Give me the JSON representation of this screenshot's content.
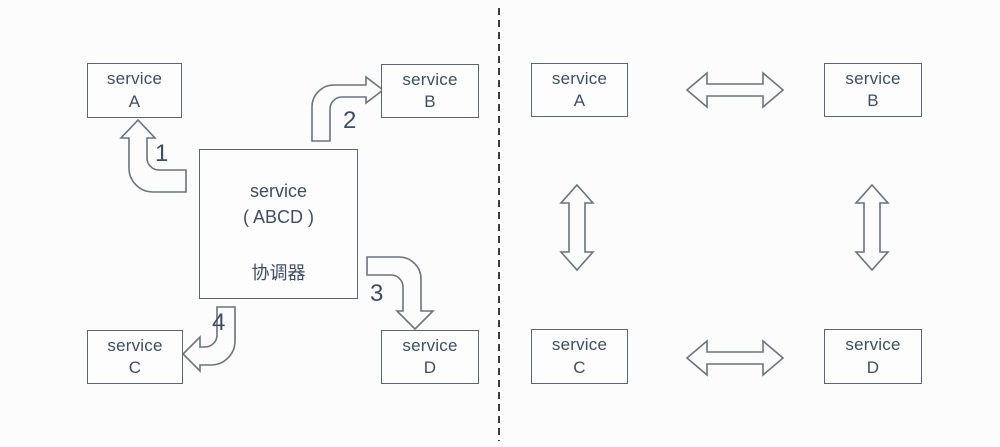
{
  "colors": {
    "background": "#fcfcfc",
    "box_border": "#5c6673",
    "text": "#3d4e63",
    "arrow_stroke": "#6b7380",
    "divider": "#3d3d3d"
  },
  "left_panel": {
    "coordinator": {
      "title": "service",
      "subtitle": "( ABCD )",
      "role": "协调器"
    },
    "services": {
      "a": {
        "name": "service",
        "id": "A"
      },
      "b": {
        "name": "service",
        "id": "B"
      },
      "c": {
        "name": "service",
        "id": "C"
      },
      "d": {
        "name": "service",
        "id": "D"
      }
    },
    "arrow_labels": {
      "to_a": "1",
      "to_b": "2",
      "to_d": "3",
      "to_c": "4"
    }
  },
  "right_panel": {
    "services": {
      "a": {
        "name": "service",
        "id": "A"
      },
      "b": {
        "name": "service",
        "id": "B"
      },
      "c": {
        "name": "service",
        "id": "C"
      },
      "d": {
        "name": "service",
        "id": "D"
      }
    }
  }
}
